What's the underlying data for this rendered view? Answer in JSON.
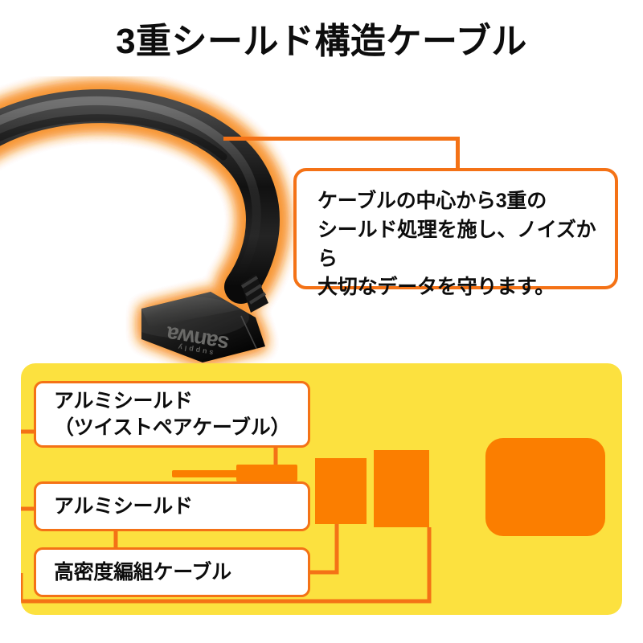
{
  "page": {
    "title": "3重シールド構造ケーブル",
    "background_color": "#FFFFFF"
  },
  "colors": {
    "accent_orange": "#F47216",
    "jacket_orange": "#FB7E00",
    "shield_orange": "#FA8C10",
    "panel_yellow": "#FCE13F",
    "text_black": "#0D0D0D",
    "cable_black": "#1A1A1A",
    "glow_orange": "#F9A25B"
  },
  "callout": {
    "text": "ケーブルの中心から3重の\nシールド処理を施し、ノイズから\n大切なデータを守ります。",
    "border_color": "#F47216"
  },
  "photo": {
    "product_brand": "sanwa",
    "product_sub_brand": "supply",
    "description_icon": "cable-with-connector"
  },
  "panel": {
    "background_color": "#FCE13F",
    "labels": [
      {
        "text": "アルミシールド\n（ツイストペアケーブル）"
      },
      {
        "text": "アルミシールド"
      },
      {
        "text": "高密度編組ケーブル"
      }
    ]
  },
  "diagram": {
    "type": "cable-cross-section",
    "parts": [
      {
        "name": "twisted-pair-wires",
        "count": 3
      },
      {
        "name": "aluminium-shield-layer"
      },
      {
        "name": "braided-shield-layer"
      },
      {
        "name": "outer-jacket"
      }
    ]
  }
}
